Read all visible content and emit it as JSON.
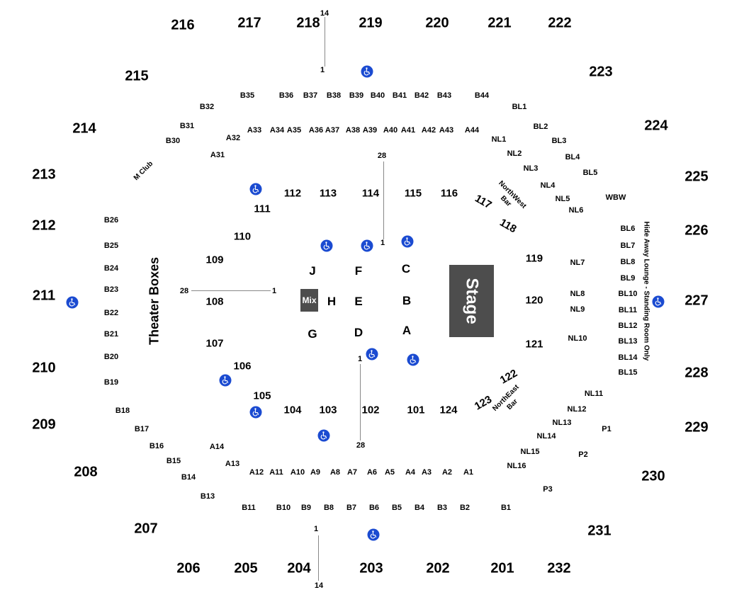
{
  "upper_sections": [
    "216",
    "217",
    "218",
    "219",
    "220",
    "221",
    "222",
    "215",
    "223",
    "214",
    "224",
    "213",
    "225",
    "212",
    "226",
    "211",
    "227",
    "210",
    "228",
    "209",
    "229",
    "208",
    "230",
    "207",
    "231",
    "206",
    "205",
    "204",
    "203",
    "202",
    "201",
    "232"
  ],
  "lower_sections": [
    "112",
    "113",
    "114",
    "115",
    "116",
    "111",
    "110",
    "109",
    "108",
    "107",
    "106",
    "105",
    "104",
    "103",
    "102",
    "101",
    "124",
    "117",
    "118",
    "119",
    "120",
    "121",
    "122",
    "123"
  ],
  "floor_sections": [
    "J",
    "F",
    "C",
    "H",
    "E",
    "B",
    "G",
    "D",
    "A"
  ],
  "box_rows_top": [
    "B35",
    "B36",
    "B37",
    "B38",
    "B39",
    "B40",
    "B41",
    "B42",
    "B43",
    "B44",
    "B32",
    "BL1",
    "B31",
    "BL2",
    "B30",
    "BL3",
    "A33",
    "A34",
    "A35",
    "A36",
    "A37",
    "A38",
    "A39",
    "A40",
    "A41",
    "A42",
    "A43",
    "A44",
    "A32",
    "NL1",
    "A31",
    "NL2",
    "BL4",
    "NL3",
    "BL5",
    "NL4",
    "NL5",
    "NL6",
    "WBW"
  ],
  "box_rows_left": [
    "B26",
    "B25",
    "B24",
    "B23",
    "B22",
    "B21",
    "B20",
    "B19",
    "B18",
    "B17",
    "B16",
    "B15",
    "B14",
    "B13",
    "A14",
    "A13"
  ],
  "box_rows_bottom": [
    "A12",
    "A11",
    "A10",
    "A9",
    "A8",
    "A7",
    "A6",
    "A5",
    "A4",
    "A3",
    "A2",
    "A1",
    "B11",
    "B10",
    "B9",
    "B8",
    "B7",
    "B6",
    "B5",
    "B4",
    "B3",
    "B2",
    "B1"
  ],
  "box_rows_right": [
    "BL6",
    "BL7",
    "BL8",
    "BL9",
    "BL10",
    "BL11",
    "BL12",
    "BL13",
    "BL14",
    "BL15",
    "NL7",
    "NL8",
    "NL9",
    "NL10",
    "NL11",
    "NL12",
    "NL13",
    "NL14",
    "NL15",
    "NL16",
    "P1",
    "P2",
    "P3"
  ],
  "row_numbers": [
    "14",
    "1",
    "28",
    "1",
    "28",
    "1",
    "1",
    "28",
    "1",
    "14"
  ],
  "annotations": {
    "stage": "Stage",
    "mix": "Mix",
    "theater_boxes": "Theater Boxes",
    "hide_away": "Hide Away Lounge - Standing Room Only",
    "m_club": "M Club",
    "northwest_bar_line1": "NorthWest",
    "northwest_bar_line2": "Bar",
    "northeast_bar_line1": "NorthEast",
    "northeast_bar_line2": "Bar"
  },
  "icons": {
    "accessible": "wheelchair-icon",
    "accessible_color": "#1b4bd1"
  },
  "colors": {
    "stage_fill": "#4d4d4d",
    "background": "#ffffff"
  }
}
